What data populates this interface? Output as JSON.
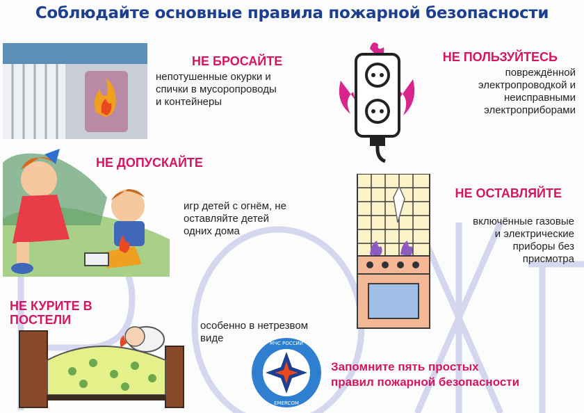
{
  "title": "Соблюдайте основные правила пожарной безопасности",
  "rules": [
    {
      "heading": "НЕ БРОСАЙТЕ",
      "text": [
        "непотушенные окурки и",
        "спички в мусоропроводы",
        "и контейнеры"
      ]
    },
    {
      "heading": "НЕ ПОЛЬЗУЙТЕСЬ",
      "text": [
        "повреждённой",
        "электропроводкой и",
        "неисправными",
        "электроприборами"
      ]
    },
    {
      "heading": "НЕ ДОПУСКАЙТЕ",
      "text": [
        "игр детей с огнём, не",
        "оставляйте детей",
        "одних дома"
      ]
    },
    {
      "heading": "НЕ ОСТАВЛЯЙТЕ",
      "text": [
        "включённые газовые",
        "и электрические",
        "приборы без",
        "присмотра"
      ]
    },
    {
      "heading": "НЕ КУРИТЕ В",
      "heading2": "ПОСТЕЛИ",
      "text": [
        "особенно в нетрезвом",
        "виде"
      ]
    }
  ],
  "footer": {
    "line1": "Запомните пять простых",
    "line2": "правил пожарной безопасности"
  },
  "emblem": {
    "top": "МЧС РОССИИ",
    "bottom": "EMERCOM"
  },
  "colors": {
    "title": "#1d3f8f",
    "heading": "#d6145f",
    "text": "#222222",
    "watermark": "#c9cde8"
  }
}
